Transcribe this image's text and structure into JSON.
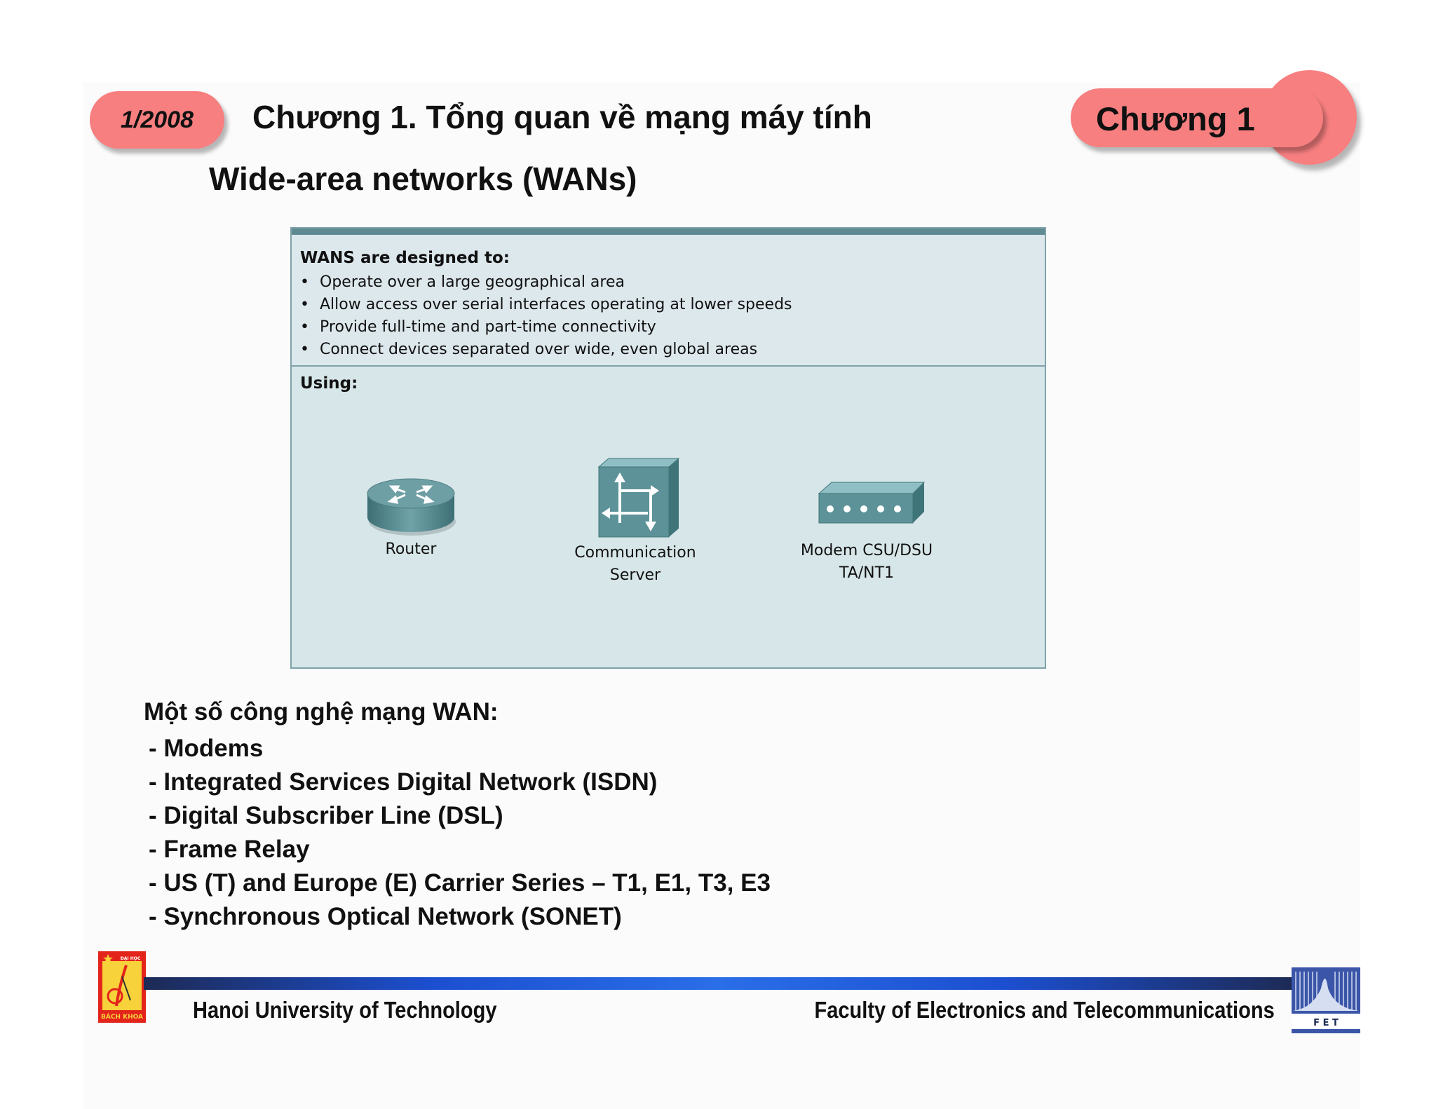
{
  "header": {
    "date": "1/2008",
    "chapter_title": "Chương 1.  Tổng quan về mạng máy tính",
    "chapter_badge": "Chương 1",
    "accent_color": "#f77f80"
  },
  "section_title": "Wide-area networks (WANs)",
  "figure": {
    "designed_heading": "WANS are designed to:",
    "designed_items": [
      "Operate over a large geographical area",
      "Allow access over serial interfaces operating at lower speeds",
      "Provide full-time and part-time connectivity",
      "Connect devices separated over wide, even global areas"
    ],
    "using_heading": "Using:",
    "devices": [
      {
        "icon": "router-icon",
        "label_lines": [
          "Router"
        ]
      },
      {
        "icon": "communication-server-icon",
        "label_lines": [
          "Communication",
          "Server"
        ]
      },
      {
        "icon": "modem-icon",
        "label_lines": [
          "Modem CSU/DSU",
          "TA/NT1"
        ]
      }
    ],
    "device_color": "#4f8a90"
  },
  "tech": {
    "heading": "Một số công nghệ mạng WAN:",
    "items": [
      "- Modems",
      "- Integrated Services Digital Network (ISDN)",
      "- Digital Subscriber Line (DSL)",
      "- Frame Relay",
      "- US (T) and Europe (E) Carrier Series – T1, E1, T3, E3",
      "- Synchronous Optical Network (SONET)"
    ]
  },
  "footer": {
    "left": "Hanoi University of Technology",
    "right": "Faculty of Electronics and Telecommunications",
    "logo_left_text_top": "ĐẠI HỌC",
    "logo_left_text_bottom": "BÁCH KHOA",
    "logo_right_text": "F E T"
  }
}
